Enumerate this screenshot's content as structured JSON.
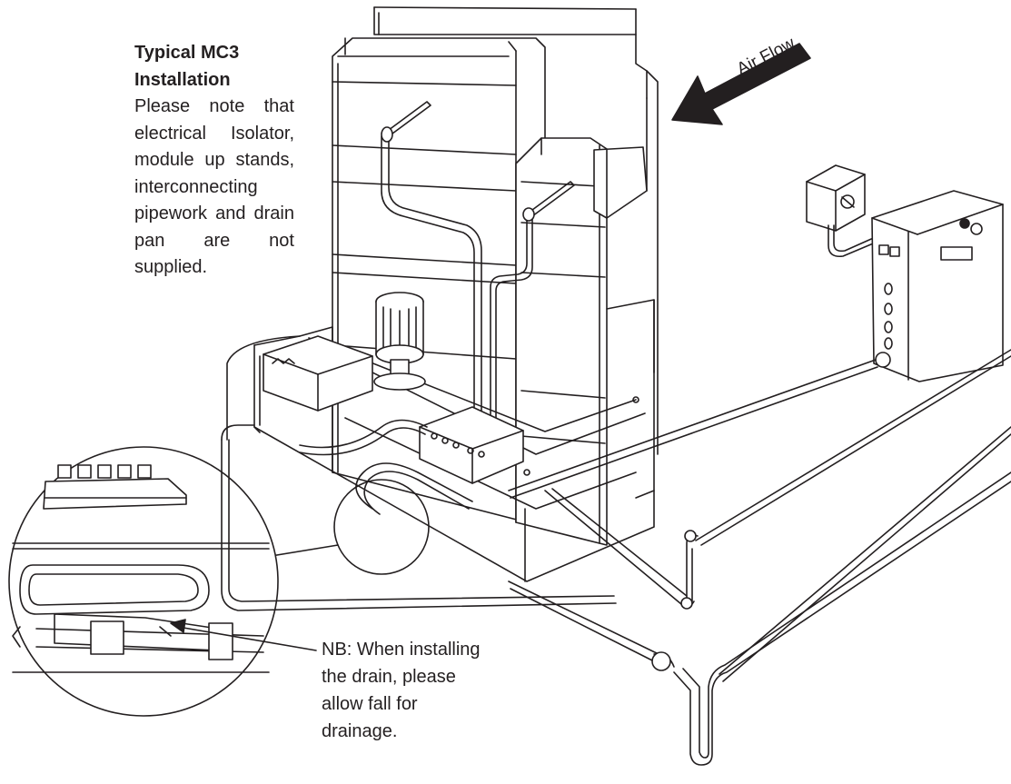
{
  "installation_note": {
    "title": "Typical MC3 Installation",
    "body": "Please note that electrical Isolator, module up stands, interconnecting pipework and drain pan are not supplied."
  },
  "air_flow": {
    "label": "Air Flow"
  },
  "drain_note": {
    "lines": [
      "NB: When installing",
      "the drain, please",
      "allow fall for",
      "drainage."
    ]
  },
  "colors": {
    "ink": "#231f20",
    "background": "#ffffff"
  }
}
